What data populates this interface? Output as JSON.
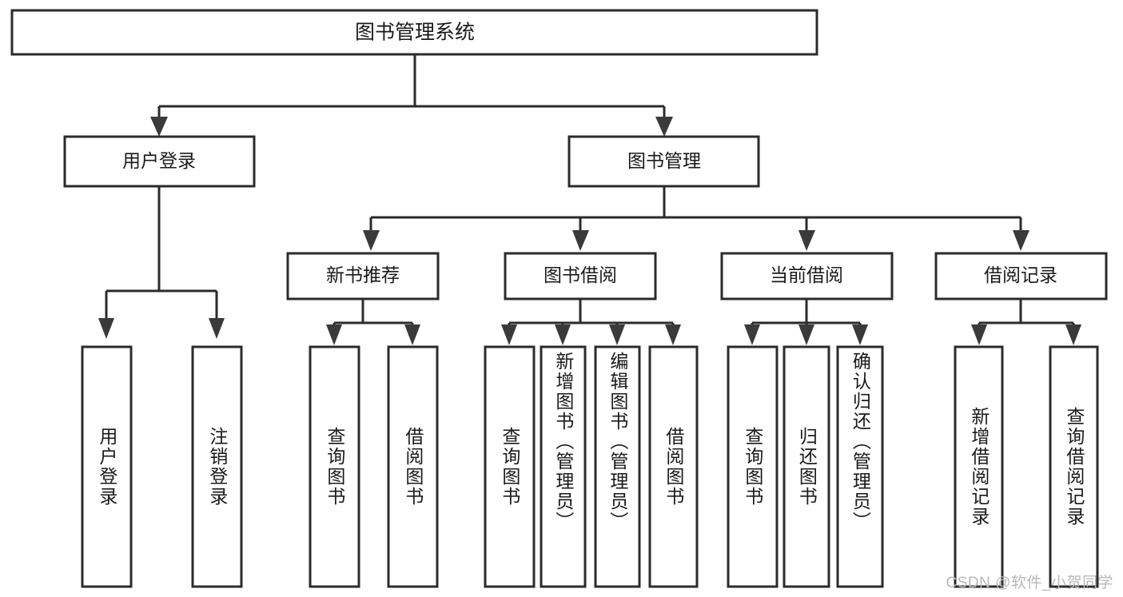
{
  "diagram": {
    "type": "tree",
    "title": "图书管理系统",
    "root": {
      "id": "root",
      "label": "图书管理系统"
    },
    "level1": [
      {
        "id": "user-login",
        "label": "用户登录"
      },
      {
        "id": "book-manage",
        "label": "图书管理"
      }
    ],
    "level2": [
      {
        "id": "new-book-rec",
        "label": "新书推荐",
        "parent": "book-manage"
      },
      {
        "id": "book-borrow",
        "label": "图书借阅",
        "parent": "book-manage"
      },
      {
        "id": "current-borrow",
        "label": "当前借阅",
        "parent": "book-manage"
      },
      {
        "id": "borrow-record",
        "label": "借阅记录",
        "parent": "book-manage"
      }
    ],
    "leaves": [
      {
        "id": "leaf-user-login",
        "label": "用户登录",
        "parent": "user-login"
      },
      {
        "id": "leaf-logout",
        "label": "注销登录",
        "parent": "user-login"
      },
      {
        "id": "leaf-query-book-1",
        "label": "查询图书",
        "parent": "new-book-rec"
      },
      {
        "id": "leaf-borrow-book-1",
        "label": "借阅图书",
        "parent": "new-book-rec"
      },
      {
        "id": "leaf-query-book-2",
        "label": "查询图书",
        "parent": "book-borrow"
      },
      {
        "id": "leaf-add-book",
        "label": "新增图书（管理员）",
        "parent": "book-borrow"
      },
      {
        "id": "leaf-edit-book",
        "label": "编辑图书（管理员）",
        "parent": "book-borrow"
      },
      {
        "id": "leaf-borrow-book-2",
        "label": "借阅图书",
        "parent": "book-borrow"
      },
      {
        "id": "leaf-query-book-3",
        "label": "查询图书",
        "parent": "current-borrow"
      },
      {
        "id": "leaf-return-book",
        "label": "归还图书",
        "parent": "current-borrow"
      },
      {
        "id": "leaf-confirm-return",
        "label": "确认归还（管理员）",
        "parent": "current-borrow"
      },
      {
        "id": "leaf-add-record",
        "label": "新增借阅记录",
        "parent": "borrow-record"
      },
      {
        "id": "leaf-query-record",
        "label": "查询借阅记录",
        "parent": "borrow-record"
      }
    ],
    "colors": {
      "stroke": "#2b2b2b",
      "arrow": "#3a3a3a",
      "fill": "#ffffff",
      "text": "#1a1a1a",
      "watermark": "#b8b8b8"
    }
  },
  "watermark": {
    "text": "CSDN @软件_小贺同学"
  }
}
